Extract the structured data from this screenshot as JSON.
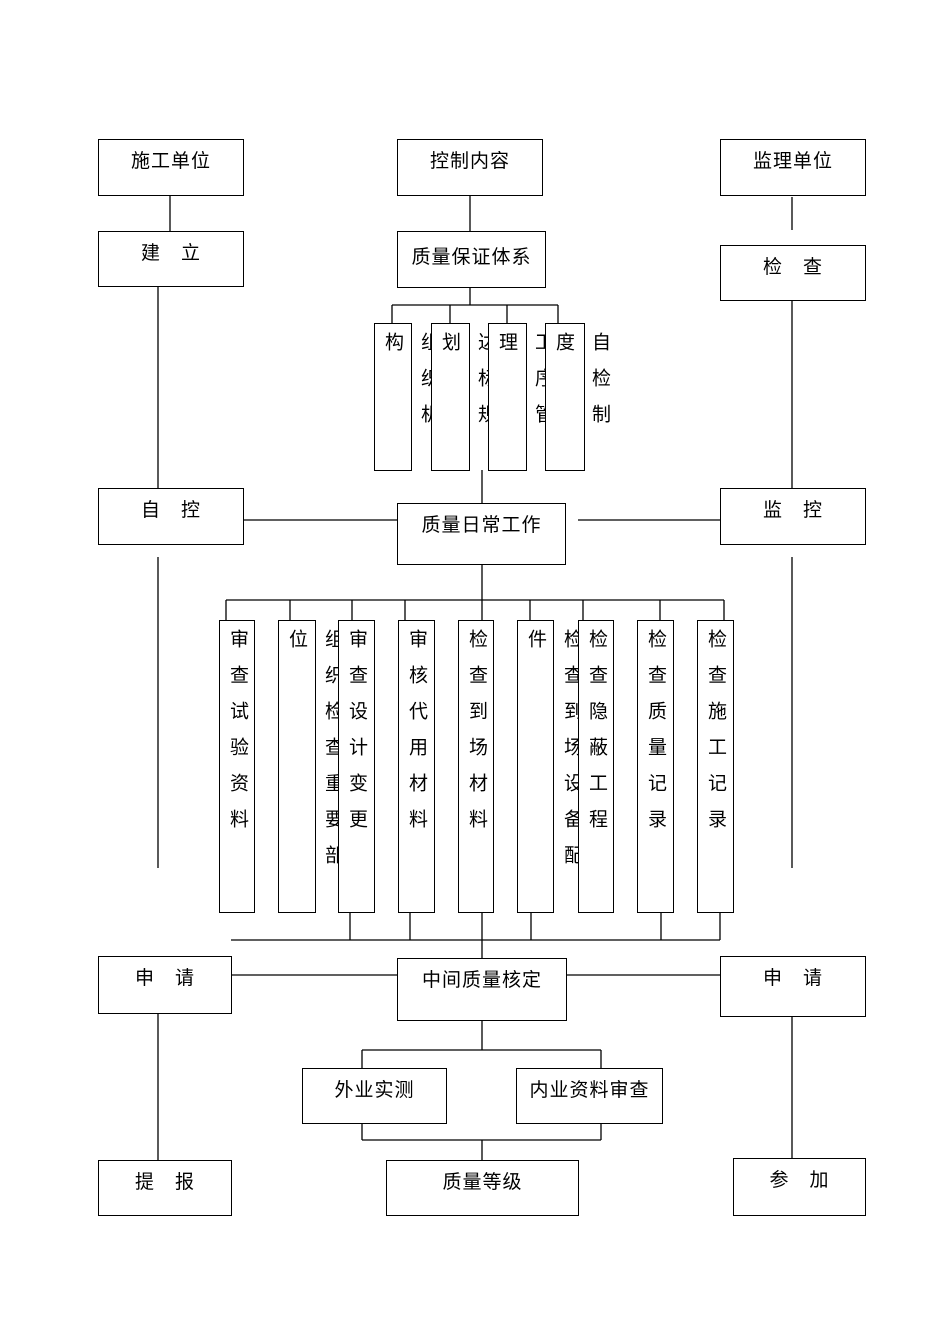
{
  "top": {
    "left": "施工单位",
    "center": "控制内容",
    "right": "监理单位"
  },
  "row2": {
    "left": "建　立",
    "center": "质量保证体系",
    "right": "检　查"
  },
  "system_items": [
    "组织机构",
    "达标规划",
    "工序管理",
    "自检制度"
  ],
  "row3": {
    "left": "自　控",
    "center": "质量日常工作",
    "right": "监　控"
  },
  "daily_items": [
    "审查试验资料",
    "组织检查重要部位",
    "审查设计变更",
    "审核代用材料",
    "检查到场材料",
    "检查到场设备配件",
    "检查隐蔽工程",
    "检查质量记录",
    "检查施工记录"
  ],
  "row4": {
    "left": "申　请",
    "center": "中间质量核定",
    "right": "申　请"
  },
  "checks": {
    "field": "外业实测",
    "docs": "内业资料审查"
  },
  "row5": {
    "left": "提　报",
    "center": "质量等级",
    "right": "参　加"
  }
}
